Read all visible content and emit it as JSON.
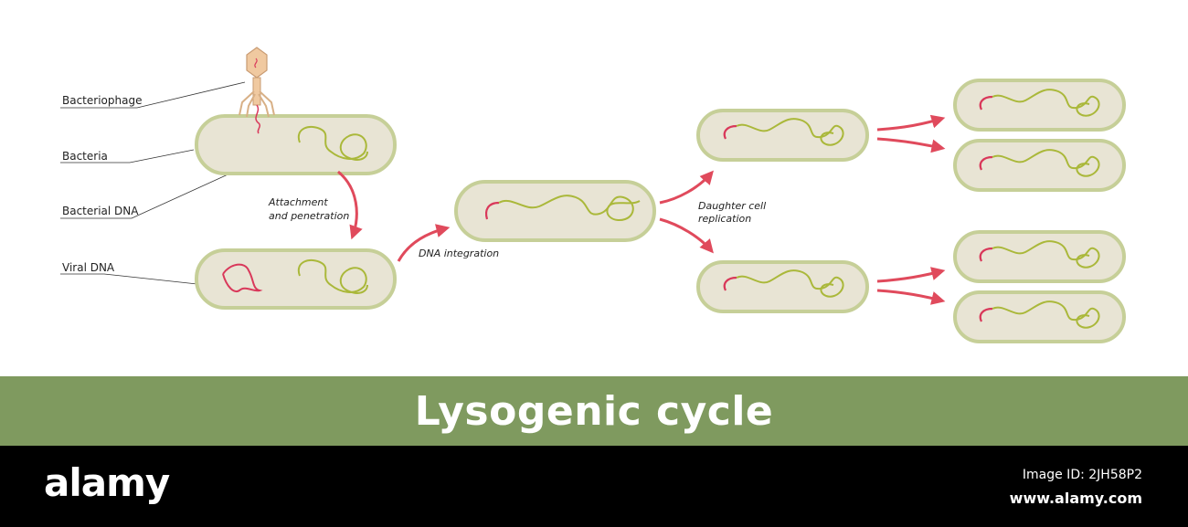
{
  "labels": {
    "bacteriophage": "Bacteriophage",
    "bacteria": "Bacteria",
    "bacterial_dna": "Bacterial DNA",
    "viral_dna": "Viral DNA"
  },
  "steps": {
    "attachment_line1": "Attachment",
    "attachment_line2": "and penetration",
    "integration": "DNA integration",
    "replication_line1": "Daughter cell",
    "replication_line2": "replication"
  },
  "title": "Lysogenic cycle",
  "footer": {
    "brand": "alamy",
    "image_id": "Image ID: 2JH58P2",
    "site": "www.alamy.com"
  },
  "colors": {
    "cell_fill": "#e8e4d4",
    "cell_border": "#c6cf98",
    "bacterial_dna": "#aab83a",
    "viral_dna": "#d9385a",
    "arrow": "#e04a5c",
    "banner": "#7f9a5f",
    "phage": "#f0c9a0"
  }
}
